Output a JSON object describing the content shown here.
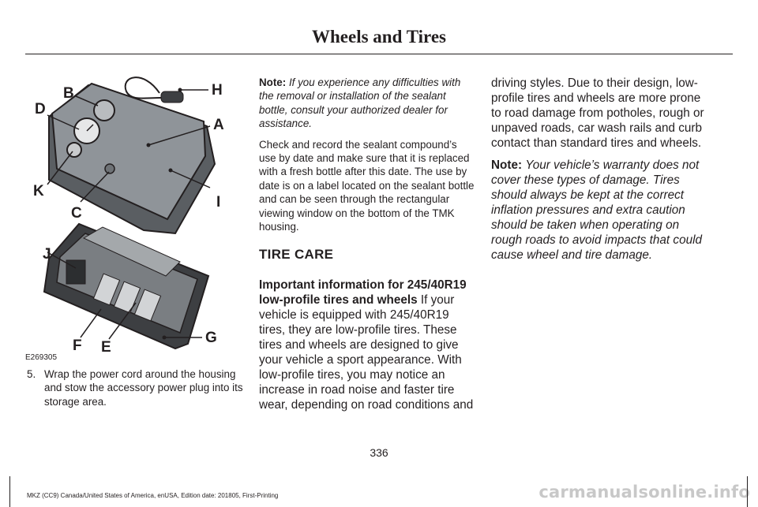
{
  "header": {
    "title": "Wheels and Tires"
  },
  "figure": {
    "labels": {
      "a": "A",
      "b": "B",
      "c": "C",
      "d": "D",
      "e": "E",
      "f": "F",
      "g": "G",
      "h": "H",
      "i": "I",
      "j": "J",
      "k": "K"
    },
    "code": "E269305",
    "colors": {
      "body": "#8f9499",
      "body_dark": "#5a5e62",
      "outline": "#231f20"
    }
  },
  "col1": {
    "step_number": "5.",
    "step_text": "Wrap the power cord around the housing and stow the accessory power plug into its storage area."
  },
  "col2": {
    "note_label": "Note:",
    "note_text": "If you experience any difficulties with the removal or installation of the sealant bottle, consult your authorized dealer for assistance.",
    "para": "Check and record the sealant compound’s use by date and make sure that it is replaced with a fresh bottle after this date. The use by date is on a label located on the sealant bottle and can be seen through the rectangular viewing window on the bottom of the TMK housing.",
    "heading": "TIRE CARE",
    "important_bold": "Important information for 245/40R19 low-profile tires and wheels",
    "important_text": " If your vehicle is equipped with 245/40R19 tires, they are low-profile tires. These tires and wheels are designed to give your vehicle a sport appearance. With low-profile tires, you may notice an increase in road noise and faster tire wear, depending on road conditions and"
  },
  "col3": {
    "cont_text": "driving styles. Due to their design, low-profile tires and wheels are more prone to road damage from potholes, rough or unpaved roads, car wash rails and curb contact than standard tires and wheels.",
    "note_label": "Note:",
    "note_text": "Your vehicle’s warranty does not cover these types of damage. Tires should always be kept at the correct inflation pressures and extra caution should be taken when operating on rough roads to avoid impacts that could cause wheel and tire damage."
  },
  "page_number": "336",
  "footer": "MKZ (CC9) Canada/United States of America, enUSA, Edition date: 201805, First-Printing",
  "watermark": "carmanualsonline.info"
}
